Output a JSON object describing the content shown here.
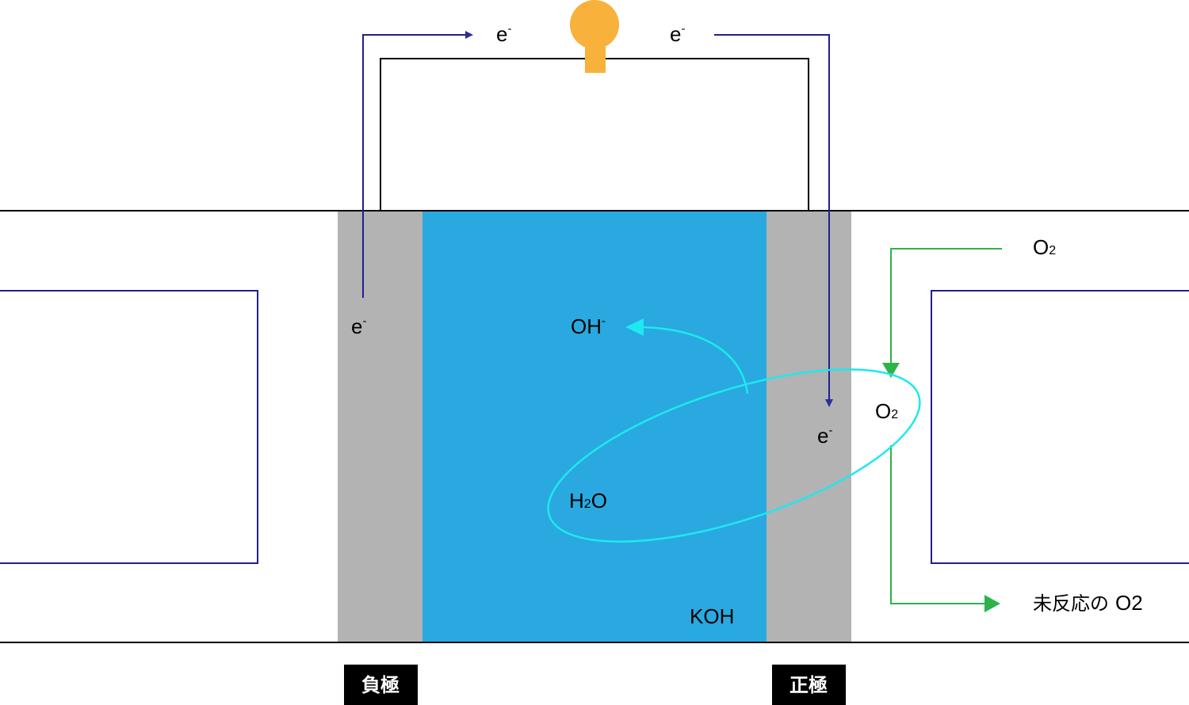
{
  "colors": {
    "electrolyte": "#29A9E0",
    "electrode": "#B3B3B3",
    "electron_path": "#1F1F8F",
    "circuit_wire": "#000000",
    "bulb": "#F8B13A",
    "reaction": "#1EE8F0",
    "oxygen_flow": "#2DB34A",
    "tag_bg": "#000000",
    "tag_text": "#FFFFFF"
  },
  "labels": {
    "electron": "e",
    "electron_sup": "-",
    "hydroxide_base": "OH",
    "hydroxide_sup": "-",
    "water_h": "H",
    "water_sub": "2",
    "water_o": "O",
    "oxygen_base": "O",
    "oxygen_sub": "2",
    "unreacted_prefix": "未反応の",
    "electrolyte": "KOH",
    "negative_electrode": "負極",
    "positive_electrode": "正極"
  }
}
